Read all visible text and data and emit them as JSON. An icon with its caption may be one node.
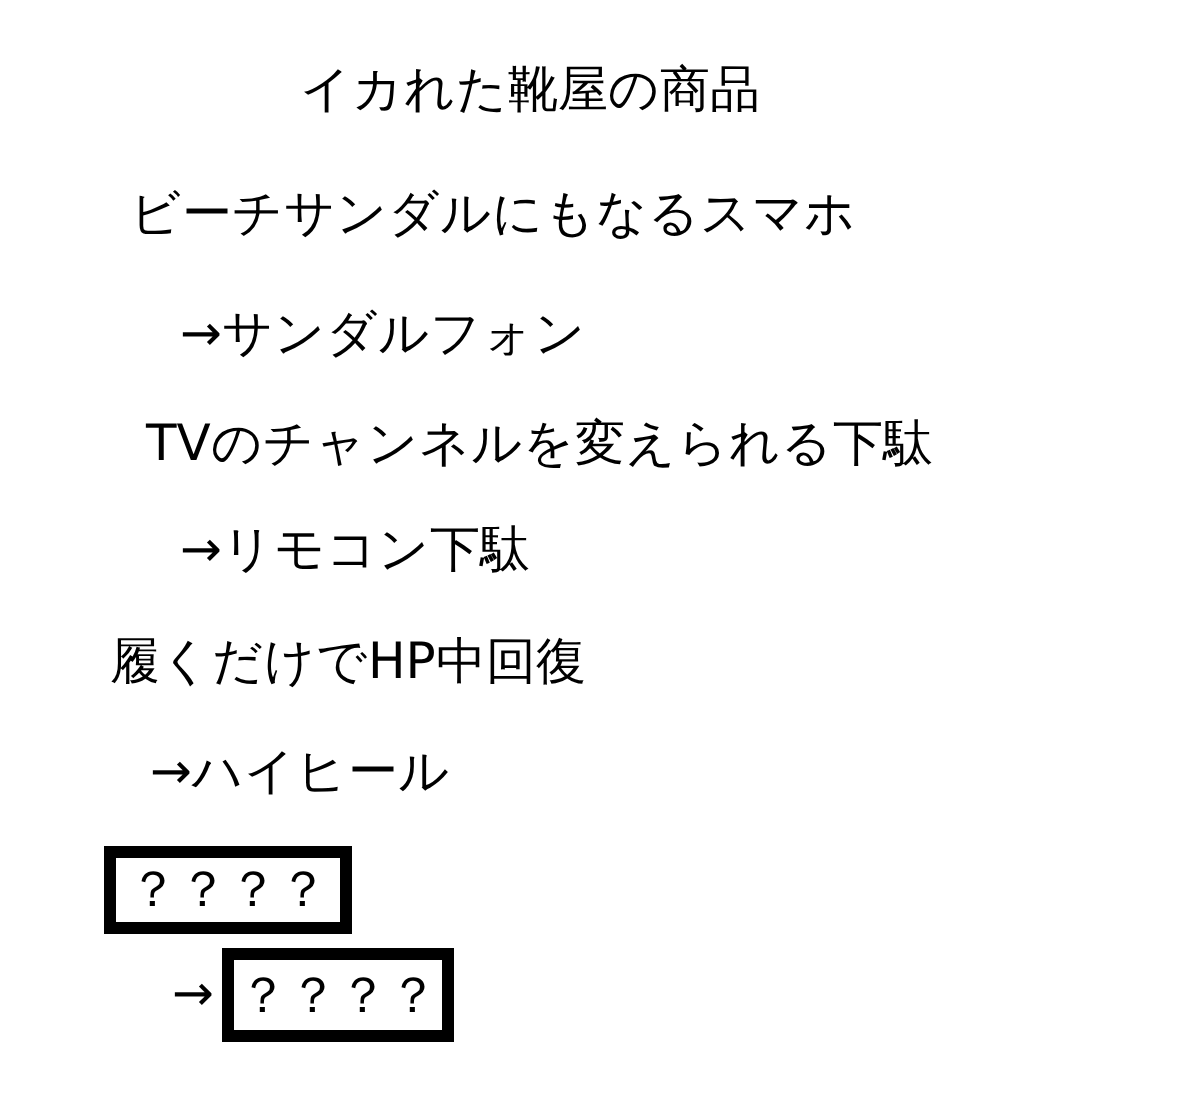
{
  "diagram": {
    "title": "イカれた靴屋の商品",
    "nodes": [
      {
        "text": [
          "？？？？"
        ]
      },
      {
        "text": [
          "？？？？"
        ]
      }
    ],
    "labels": [
      "ビーチサンダルにもなるスマホ",
      "→サンダルフォン",
      "TVのチャンネルを変えられる下駄",
      "→リモコン下駄",
      "履くだけでHP中回復",
      "→ハイヒール",
      "→"
    ]
  }
}
